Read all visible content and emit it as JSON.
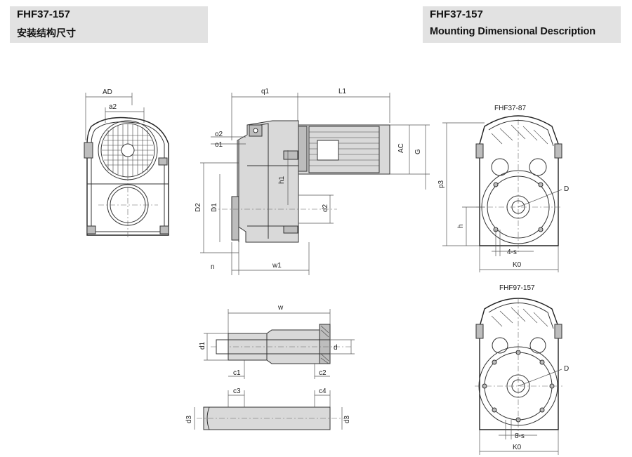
{
  "header_left": {
    "model": "FHF37-157",
    "subtitle": "安装结构尺寸"
  },
  "header_right": {
    "model": "FHF37-157",
    "subtitle": "Mounting Dimensional Description"
  },
  "views": {
    "front_view": {
      "ad": "AD",
      "a2": "a2"
    },
    "side_view": {
      "q1": "q1",
      "l1": "L1",
      "o2": "o2",
      "o1": "o1",
      "h1": "h1",
      "d2": "D2",
      "d1": "D1",
      "d2_small": "d2",
      "ac": "AC",
      "g": "G",
      "n": "n",
      "w1": "w1"
    },
    "shaft_view": {
      "w": "w",
      "d1": "d1",
      "d": "d",
      "c1": "c1",
      "c2": "c2",
      "c3": "c3",
      "c4": "c4",
      "d3_left": "d3",
      "d3_right": "d3"
    },
    "flange_top": {
      "title": "FHF37-87",
      "p3": "p3",
      "h": "h",
      "d": "D",
      "holes": "4-s",
      "k0": "K0"
    },
    "flange_bottom": {
      "title": "FHF97-157",
      "d": "D",
      "holes": "8-s",
      "k0": "K0"
    }
  }
}
